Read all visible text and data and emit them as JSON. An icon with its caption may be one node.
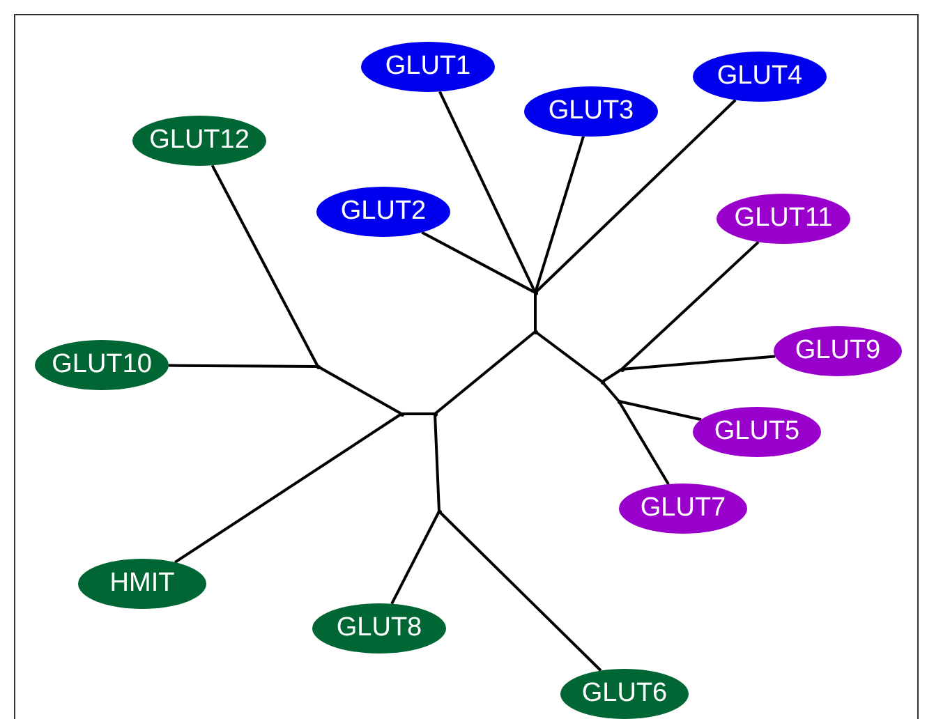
{
  "diagram": {
    "nodes": [
      {
        "text": [
          "GLUT1"
        ]
      },
      {
        "text": [
          "GLUT4"
        ]
      },
      {
        "text": [
          "GLUT3"
        ]
      },
      {
        "text": [
          "GLUT12"
        ]
      },
      {
        "text": [
          "GLUT2"
        ]
      },
      {
        "text": [
          "GLUT11"
        ]
      },
      {
        "text": [
          "GLUT10"
        ]
      },
      {
        "text": [
          "GLUT9"
        ]
      },
      {
        "text": [
          "GLUT5"
        ]
      },
      {
        "text": [
          "GLUT7"
        ]
      },
      {
        "text": [
          "HMIT"
        ]
      },
      {
        "text": [
          "GLUT8"
        ]
      },
      {
        "text": [
          "GLUT6"
        ]
      },
      {
        "text": [],
        "shape": "point"
      },
      {
        "text": [],
        "shape": "point"
      },
      {
        "text": [],
        "shape": "point"
      },
      {
        "text": [],
        "shape": "point"
      },
      {
        "text": [],
        "shape": "point"
      },
      {
        "text": [],
        "shape": "point"
      },
      {
        "text": [],
        "shape": "point"
      },
      {
        "text": [],
        "shape": "point"
      },
      {
        "text": [],
        "shape": "point"
      }
    ],
    "edges": [
      {
        "from": 13,
        "to": 0,
        "arrow": "none"
      },
      {
        "from": 13,
        "to": 2,
        "arrow": "none"
      },
      {
        "from": 13,
        "to": 1,
        "arrow": "none"
      },
      {
        "from": 13,
        "to": 4,
        "arrow": "none"
      },
      {
        "from": 14,
        "to": 13,
        "arrow": "none"
      },
      {
        "from": 14,
        "to": 15,
        "arrow": "none"
      },
      {
        "from": 15,
        "to": 16,
        "arrow": "none"
      },
      {
        "from": 16,
        "to": 5,
        "arrow": "none"
      },
      {
        "from": 16,
        "to": 7,
        "arrow": "none"
      },
      {
        "from": 15,
        "to": 17,
        "arrow": "none"
      },
      {
        "from": 17,
        "to": 8,
        "arrow": "none"
      },
      {
        "from": 17,
        "to": 9,
        "arrow": "none"
      },
      {
        "from": 14,
        "to": 18,
        "arrow": "none"
      },
      {
        "from": 18,
        "to": 19,
        "arrow": "none"
      },
      {
        "from": 19,
        "to": 20,
        "arrow": "none"
      },
      {
        "from": 20,
        "to": 3,
        "arrow": "none"
      },
      {
        "from": 20,
        "to": 6,
        "arrow": "none"
      },
      {
        "from": 19,
        "to": 10,
        "arrow": "none"
      },
      {
        "from": 18,
        "to": 21,
        "arrow": "none"
      },
      {
        "from": 21,
        "to": 11,
        "arrow": "none"
      },
      {
        "from": 21,
        "to": 12,
        "arrow": "none"
      }
    ]
  }
}
